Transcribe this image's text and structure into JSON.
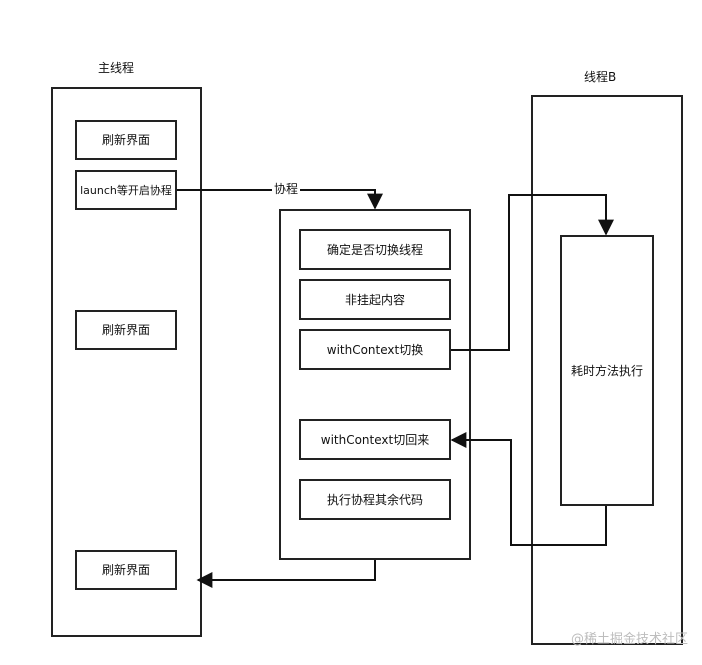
{
  "diagram": {
    "main_thread": {
      "title": "主线程",
      "box_refresh_1": "刷新界面",
      "box_launch": "launch等开启协程",
      "box_refresh_2": "刷新界面",
      "box_refresh_3": "刷新界面"
    },
    "coroutine": {
      "edge_label": "协程",
      "box_determine_switch": "确定是否切换线程",
      "box_non_suspend": "非挂起内容",
      "box_with_context_switch": "withContext切换",
      "box_with_context_back": "withContext切回来",
      "box_execute_rest": "执行协程其余代码"
    },
    "thread_b": {
      "title": "线程B",
      "box_time_consuming": "耗时方法执行"
    }
  },
  "watermark": "@稀土掘金技术社区"
}
